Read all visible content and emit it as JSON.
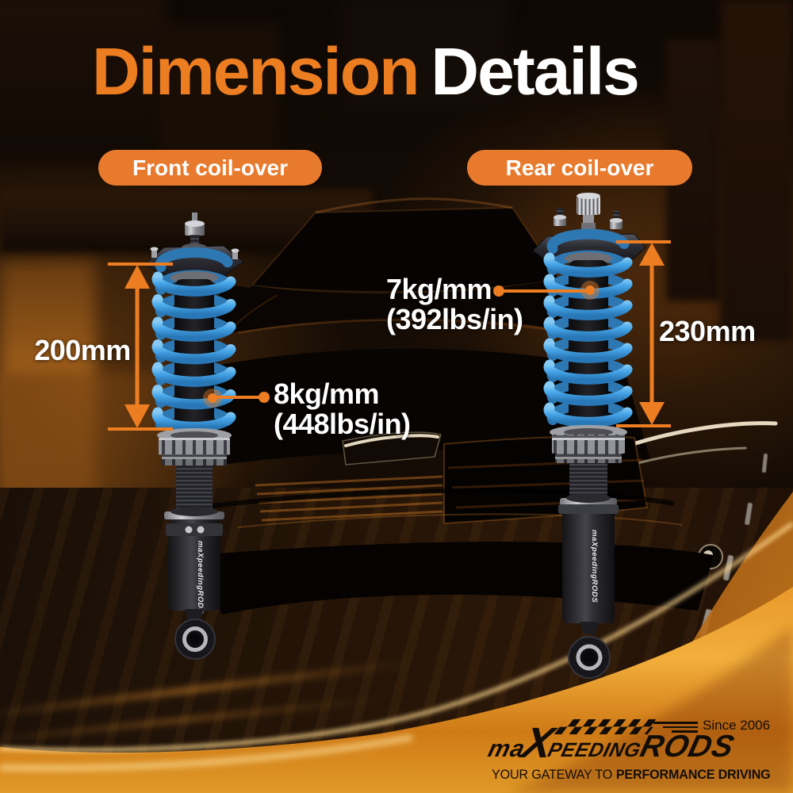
{
  "title": {
    "accent_word": "Dimension",
    "plain_word": "Details"
  },
  "badges": {
    "front": "Front coil-over",
    "rear": "Rear coil-over"
  },
  "front_coilover": {
    "length": "200mm",
    "spring_rate": "8kg/mm",
    "spring_rate_imperial": "(448lbs/in)"
  },
  "rear_coilover": {
    "length": "230mm",
    "spring_rate": "7kg/mm",
    "spring_rate_imperial": "(392lbs/in)"
  },
  "product": {
    "body_logo": "maXpeedingRODS"
  },
  "brand": {
    "wordmark": {
      "part_ma": "ma",
      "part_x": "X",
      "part_peeding": "peeding",
      "part_rods": "RODS"
    },
    "since": "Since 2006",
    "tagline_prefix": "YOUR GATEWAY TO",
    "tagline_emphasis": "PERFORMANCE DRIVING",
    "icons": {
      "flag": "checkered-flag",
      "speed": "speed-lines"
    }
  },
  "colors": {
    "accent_orange": "#ED7D21",
    "badge_orange": "#E87A2D",
    "spring_blue": "#47A6E8",
    "swoosh_gold": "#F2A93C",
    "text_white": "#FFFFFF",
    "logo_ink": "#130D08"
  }
}
